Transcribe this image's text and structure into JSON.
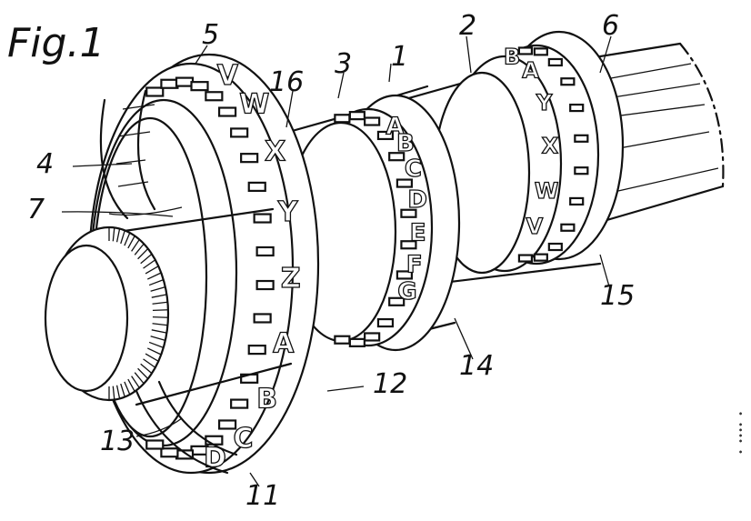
{
  "figure": {
    "title": "Fig.1",
    "reference_numerals": [
      "1",
      "2",
      "3",
      "4",
      "5",
      "6",
      "7",
      "11",
      "12",
      "13",
      "14",
      "15",
      "16"
    ],
    "ring_letters_large": [
      "V",
      "W",
      "X",
      "Y",
      "Z",
      "A",
      "B",
      "C",
      "D"
    ],
    "ring_letters_middle": [
      "A",
      "B",
      "C",
      "D",
      "E",
      "F",
      "G"
    ],
    "ring_letters_right": [
      "B",
      "A",
      "Y",
      "X",
      "W",
      "V"
    ],
    "side_mark": "•  ••••  •"
  }
}
